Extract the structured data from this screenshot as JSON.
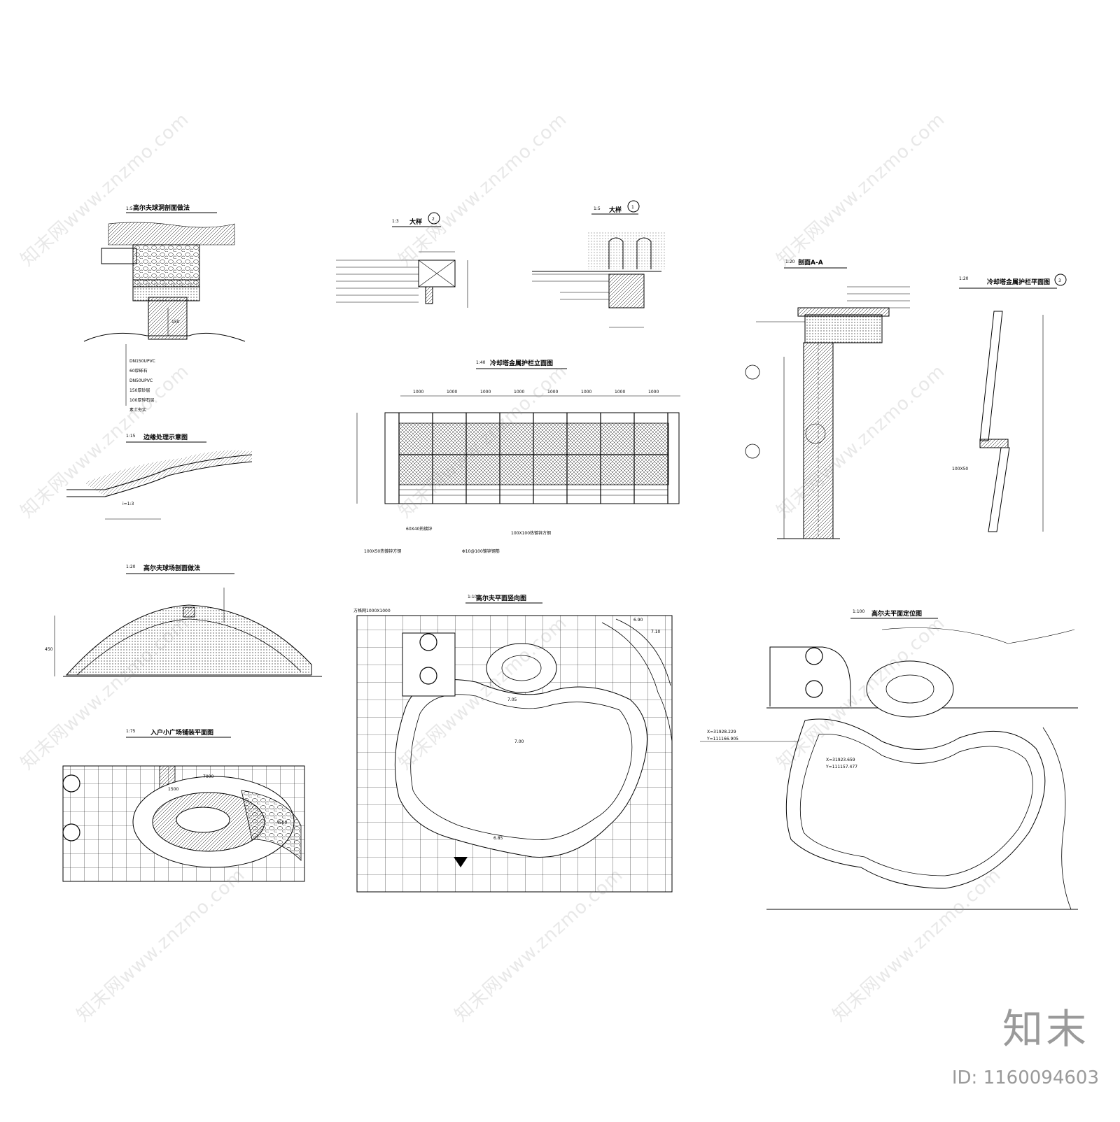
{
  "watermark": {
    "text": "知末网www.znzmo.com"
  },
  "brand": {
    "logo_text": "知末",
    "id_text": "ID: 1160094603"
  },
  "drawings": {
    "hole_section": {
      "title": "高尔夫球洞剖面做法",
      "scale": "1:5",
      "notes": [
        "DN150UPVC",
        "60厚砾石",
        "DN50UPVC",
        "150厚砂层",
        "100厚碎石层",
        "素土夯实"
      ]
    },
    "flag": {
      "title": "大样",
      "number": "2",
      "scale": "1:3"
    },
    "pin": {
      "title": "大样",
      "number": "1",
      "scale": "1:5"
    },
    "section_a": {
      "title": "剖面A-A",
      "scale": "1:20"
    },
    "fence_plan": {
      "title": "冷却塔金属护栏平面图",
      "number": "3",
      "scale": "1:20",
      "label": "100X50"
    },
    "edge_detail": {
      "title": "边缘处理示意图",
      "scale": "1:15",
      "slope": "i=1:3"
    },
    "fence_elev": {
      "title": "冷却塔金属护栏立面图",
      "scale": "1:40",
      "spans": [
        "1000",
        "1000",
        "1000",
        "1000",
        "1000",
        "1000",
        "1000",
        "1000"
      ],
      "notes": [
        "100X50热镀锌方钢",
        "60X40热镀锌",
        "Φ10@100镀锌钢筋",
        "100X100热镀锌方钢"
      ]
    },
    "mound_section": {
      "title": "高尔夫球场剖面做法",
      "scale": "1:20",
      "height": "450"
    },
    "entry_plan": {
      "title": "入户小广场铺装平面图",
      "scale": "1:75",
      "dims": [
        "7000",
        "1500",
        "4500"
      ]
    },
    "grade_plan": {
      "title": "高尔夫平面竖向图",
      "scale": "1:100",
      "grid": "方格网1000X1000",
      "levels": [
        "6.90",
        "7.10",
        "7.00",
        "6.85",
        "7.05"
      ]
    },
    "layout_plan": {
      "title": "高尔夫平面定位图",
      "scale": "1:100",
      "coords": [
        "X=31928.229",
        "Y=111166.905",
        "X=31923.659",
        "Y=111157.477"
      ]
    }
  }
}
